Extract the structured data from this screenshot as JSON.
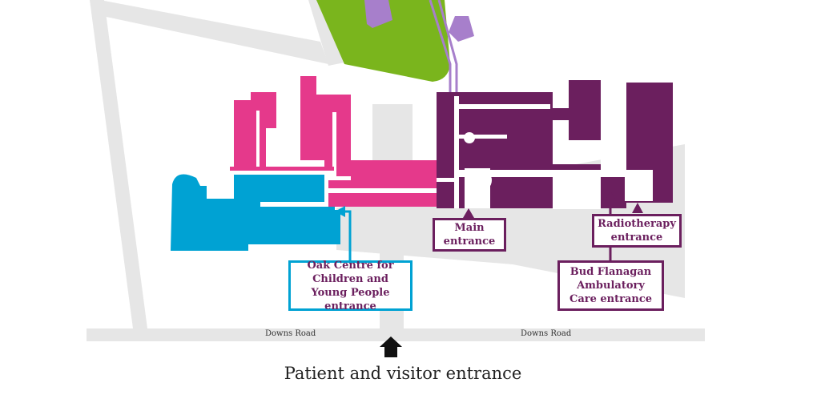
{
  "colors": {
    "pink": "#e5398b",
    "blue": "#00a2d3",
    "purple": "#6b1f5e",
    "green": "#7ab51d",
    "lavender": "#a77fcb",
    "grey": "#e6e6e6"
  },
  "entrances": {
    "main": "Main entrance",
    "radiotherapy": "Radiotherapy entrance",
    "bud_flanagan": "Bud Flanagan Ambulatory Care entrance",
    "oak_centre": "Oak Centre for Children and Young People entrance"
  },
  "roads": {
    "left": "Downs Road",
    "right": "Downs Road"
  },
  "patient_entrance": "Patient and visitor entrance",
  "icons": {
    "entrance_arrow": "up-arrow-icon"
  }
}
